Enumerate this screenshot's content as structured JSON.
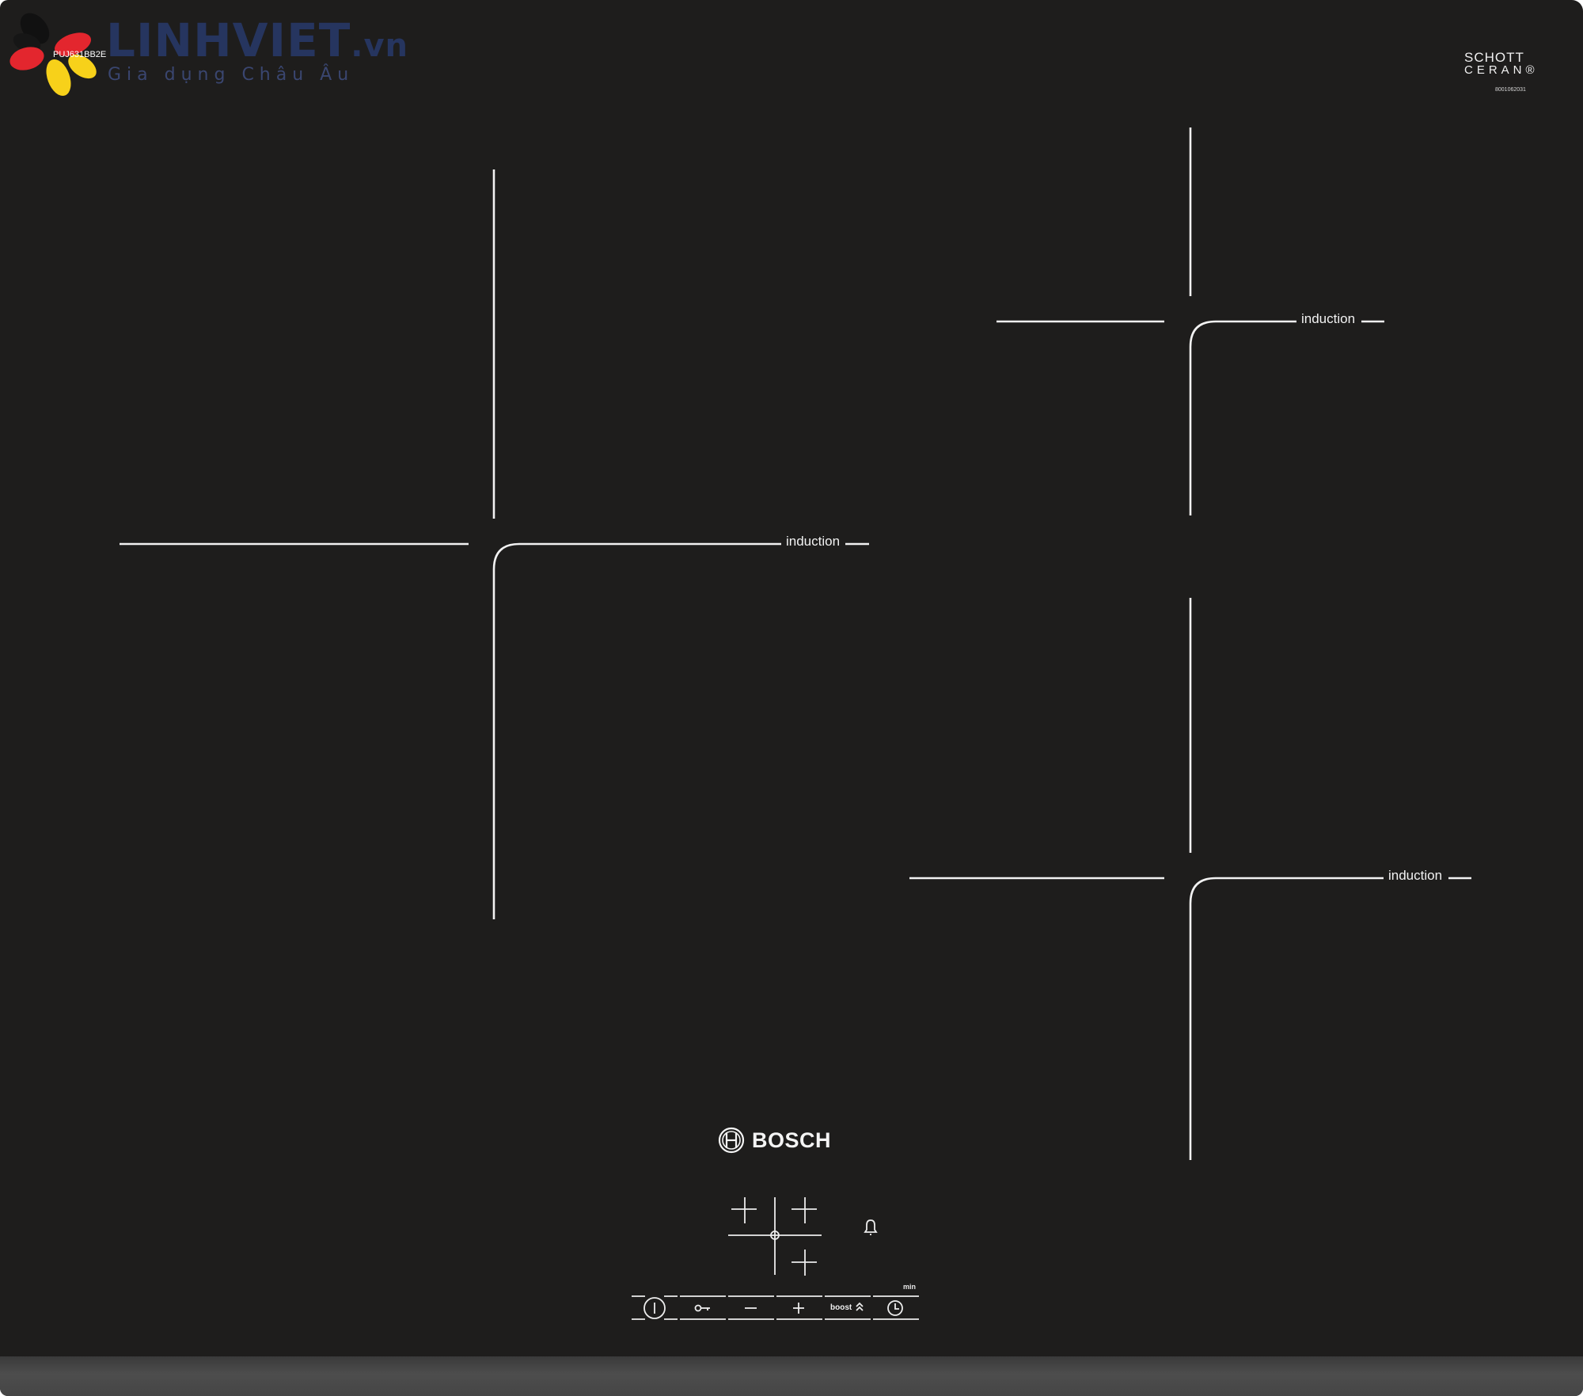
{
  "watermark": {
    "brand": "LINHVIET",
    "tld": ".vn",
    "tagline": "Gia dụng Châu Âu",
    "model": "PUJ631BB2E"
  },
  "glass_brand": {
    "line1": "SCHOTT",
    "line2": "CERAN®",
    "code": "8001062031"
  },
  "zones": [
    {
      "id": "front-left-large",
      "label": "induction"
    },
    {
      "id": "rear-right",
      "label": "induction"
    },
    {
      "id": "front-right",
      "label": "induction"
    }
  ],
  "brand": {
    "name": "BOSCH",
    "logo_icon": "bosch-armature-icon"
  },
  "controls": {
    "zone_selector_icon": "cross-hair-zones-icon",
    "timer_alarm_icon": "bell-icon",
    "min_label": "min",
    "buttons": [
      {
        "id": "power",
        "icon": "power-icon"
      },
      {
        "id": "lock",
        "icon": "key-lock-icon"
      },
      {
        "id": "minus",
        "icon": "minus-icon"
      },
      {
        "id": "plus",
        "icon": "plus-icon"
      },
      {
        "id": "boost",
        "label": "boost",
        "icon": "double-chevron-up-icon"
      },
      {
        "id": "timer",
        "icon": "clock-icon"
      }
    ]
  },
  "colors": {
    "glass": "#1e1d1c",
    "markings": "#f2f2f2",
    "bezel": "#464646",
    "watermark": "#26355f"
  }
}
